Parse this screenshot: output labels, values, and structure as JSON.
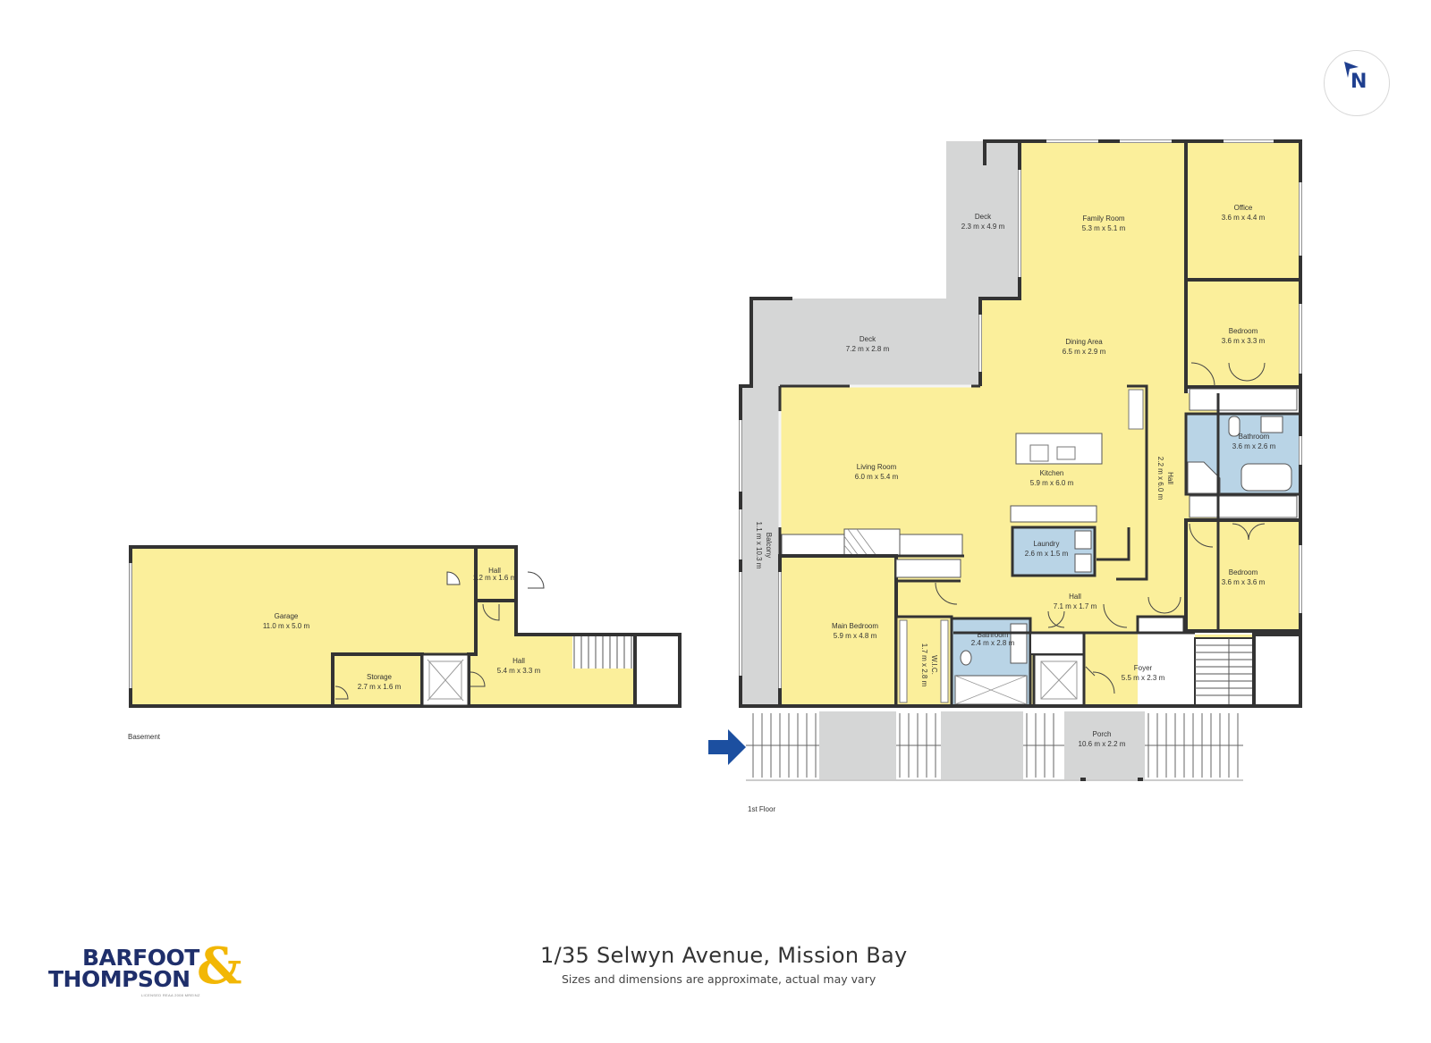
{
  "colors": {
    "room_fill": "#fbef9b",
    "deck_fill": "#d5d6d6",
    "wet_fill": "#b9d4e6",
    "wall": "#333333",
    "arrow": "#1c4fa0",
    "brand_blue": "#1f2f6b",
    "brand_gold": "#f2b705"
  },
  "compass": {
    "letter": "N",
    "icon": "north-arrow-icon"
  },
  "entrance_arrow_icon": "entrance-arrow-icon",
  "floors": {
    "basement": "Basement",
    "first": "1st Floor"
  },
  "rooms": {
    "garage": {
      "name": "Garage",
      "dim": "11.0 m x 5.0 m"
    },
    "b_hall_small": {
      "name": "Hall",
      "dim": "1.2 m x 1.6 m"
    },
    "storage": {
      "name": "Storage",
      "dim": "2.7 m x 1.6 m"
    },
    "b_hall": {
      "name": "Hall",
      "dim": "5.4 m x 3.3 m"
    },
    "deck_top": {
      "name": "Deck",
      "dim": "2.3 m x 4.9 m"
    },
    "deck_mid": {
      "name": "Deck",
      "dim": "7.2 m x 2.8 m"
    },
    "family_room": {
      "name": "Family Room",
      "dim": "5.3 m x 5.1 m"
    },
    "office": {
      "name": "Office",
      "dim": "3.6 m x 4.4 m"
    },
    "dining_area": {
      "name": "Dining Area",
      "dim": "6.5 m x 2.9 m"
    },
    "bedroom_1": {
      "name": "Bedroom",
      "dim": "3.6 m x 3.3 m"
    },
    "living_room": {
      "name": "Living Room",
      "dim": "6.0 m x 5.4 m"
    },
    "kitchen": {
      "name": "Kitchen",
      "dim": "5.9 m x 6.0 m"
    },
    "hall_vertical": {
      "name": "Hall",
      "dim": "2.2 m x 6.0 m"
    },
    "bathroom_1": {
      "name": "Bathroom",
      "dim": "3.6 m x 2.6 m"
    },
    "balcony": {
      "name": "Balcony",
      "dim": "1.1 m x 10.3 m"
    },
    "laundry": {
      "name": "Laundry",
      "dim": "2.6 m x 1.5 m"
    },
    "bedroom_2": {
      "name": "Bedroom",
      "dim": "3.6 m x 3.6 m"
    },
    "hall_lower": {
      "name": "Hall",
      "dim": "7.1 m x 1.7 m"
    },
    "main_bedroom": {
      "name": "Main Bedroom",
      "dim": "5.9 m x 4.8 m"
    },
    "wic": {
      "name": "W.I.C.",
      "dim": "1.7 m x 2.8 m"
    },
    "bathroom_2": {
      "name": "Bathroom",
      "dim": "2.4 m x 2.8 m"
    },
    "foyer": {
      "name": "Foyer",
      "dim": "5.5 m x 2.3 m"
    },
    "porch": {
      "name": "Porch",
      "dim": "10.6 m x 2.2 m"
    }
  },
  "title": "1/35 Selwyn Avenue, Mission Bay",
  "subtitle": "Sizes and dimensions are approximate, actual may vary",
  "brand": {
    "line1": "BARFOOT",
    "line2": "THOMPSON",
    "amp": "&",
    "licence": "LICENSED REAA 2008 MREINZ"
  }
}
